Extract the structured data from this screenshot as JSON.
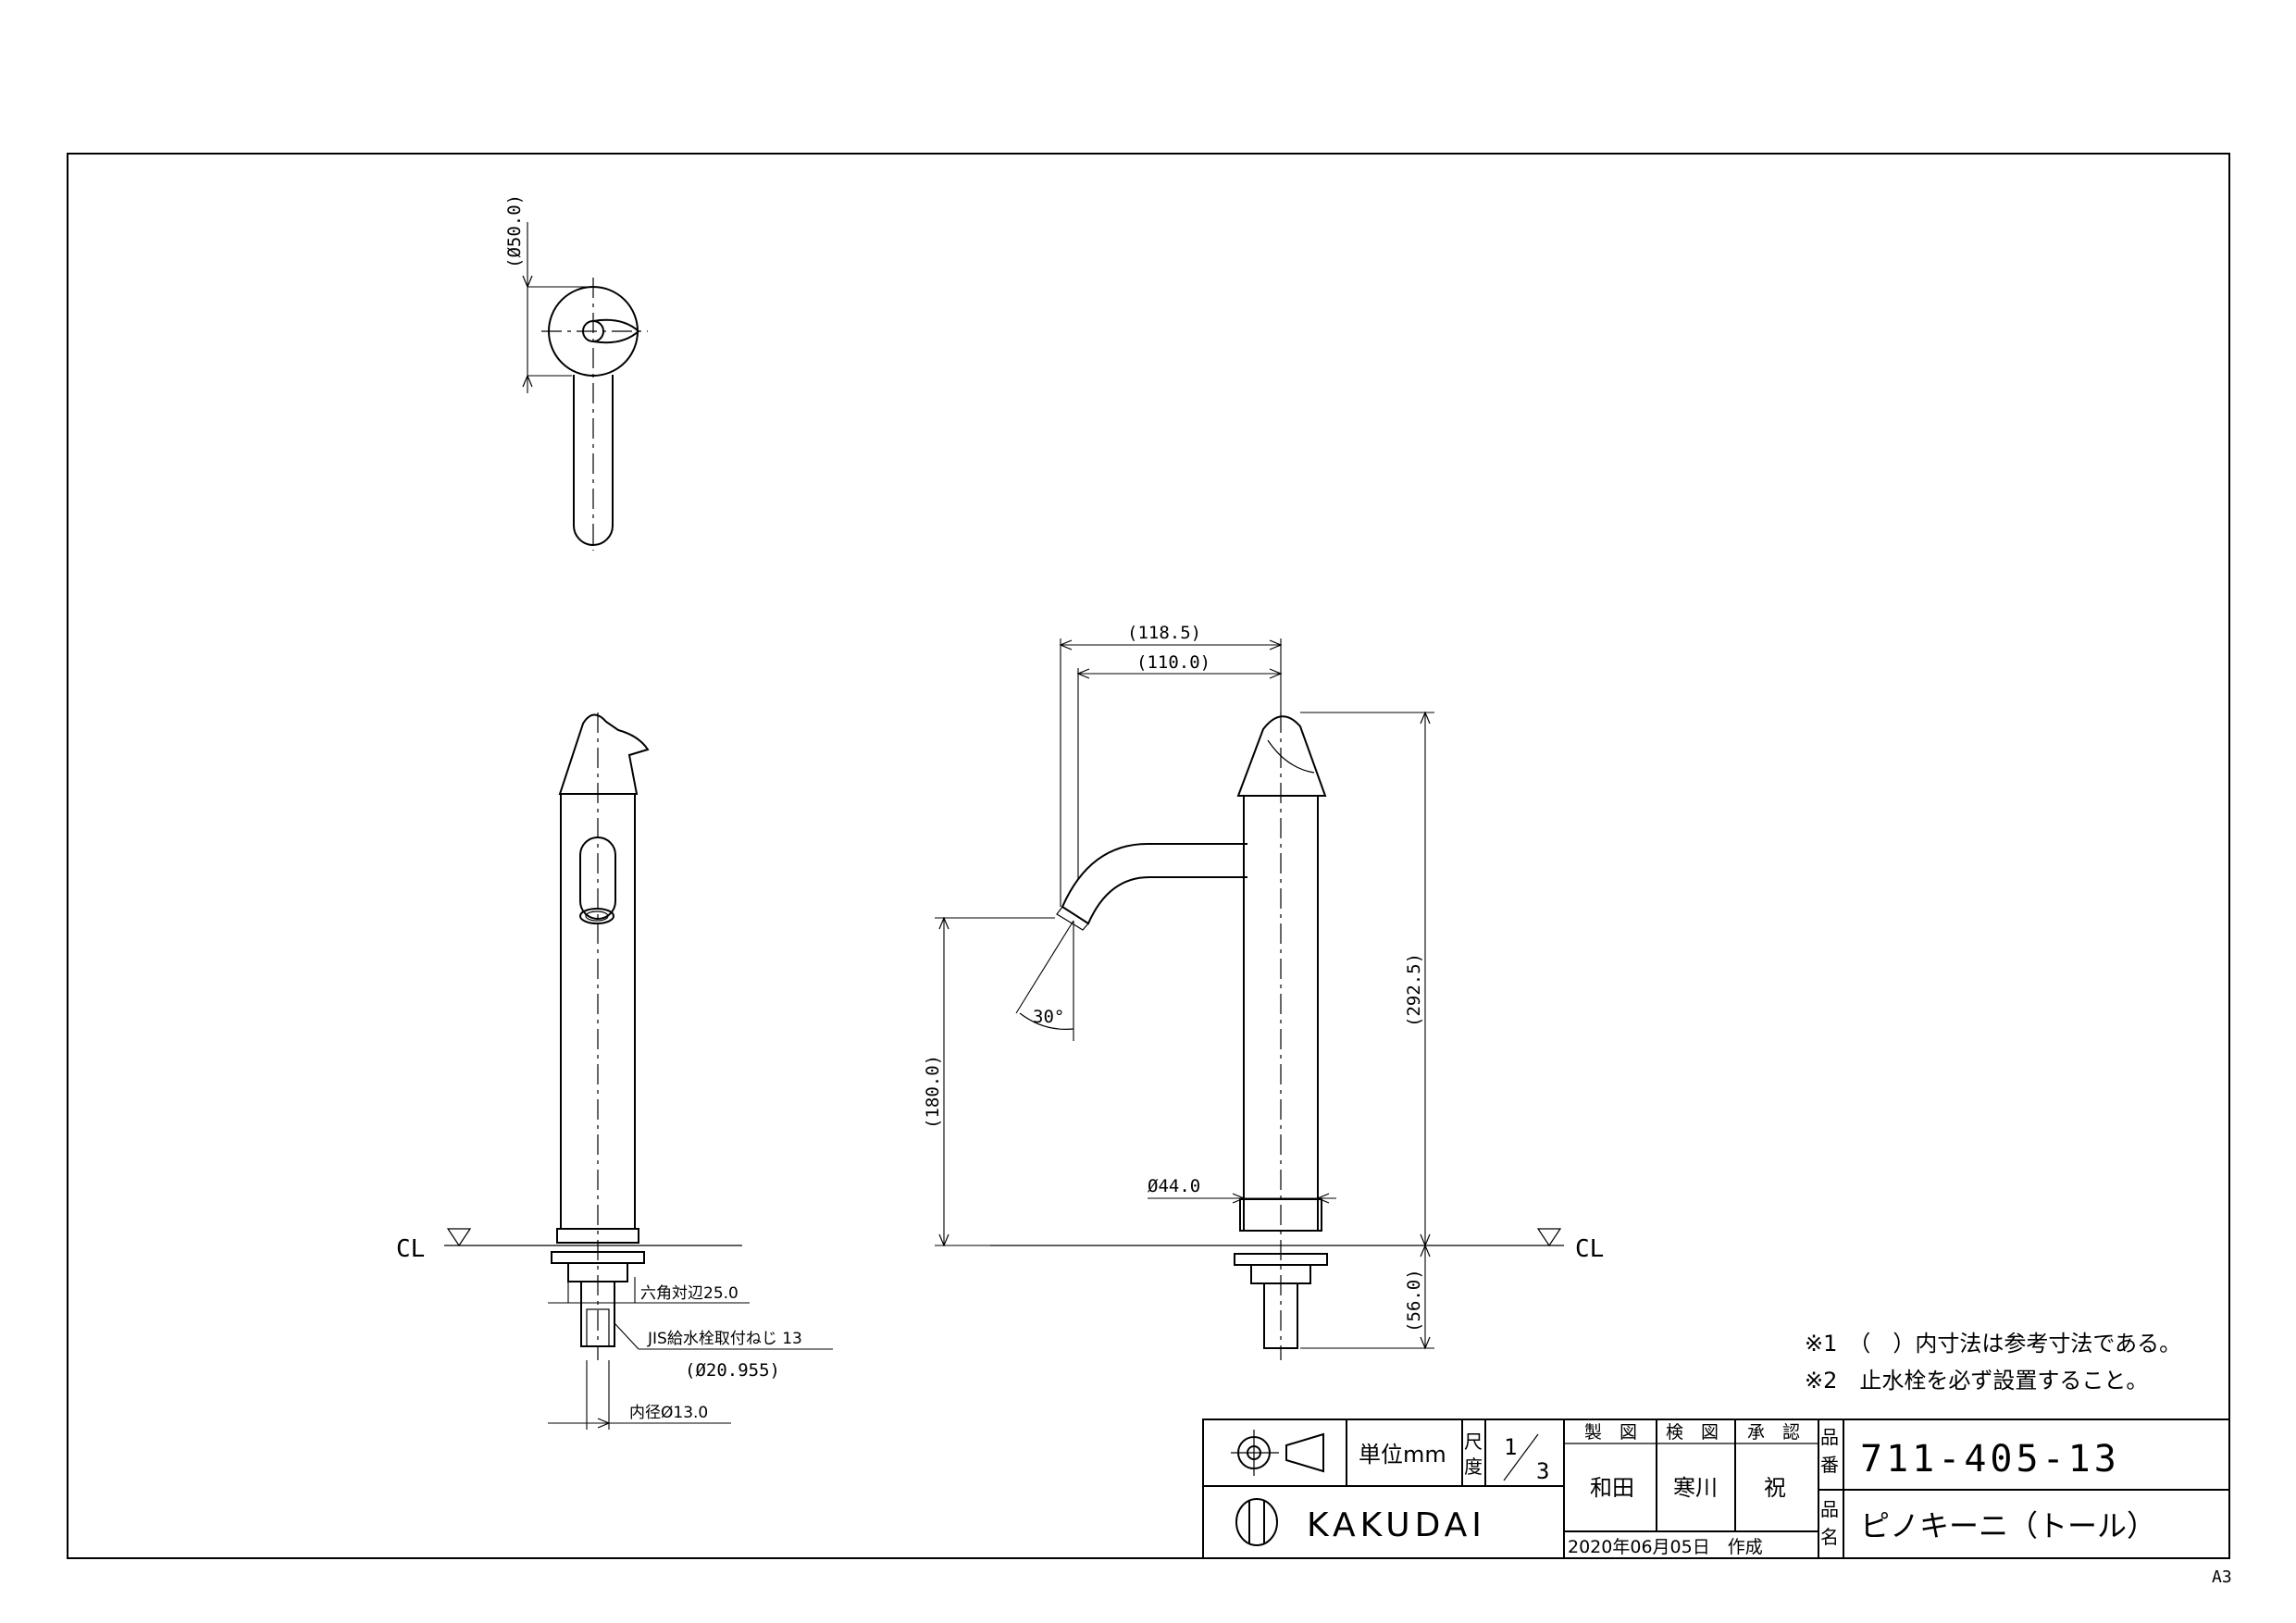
{
  "sheet_size": "A3",
  "dimensions": {
    "top_diameter": "(Ø50.0)",
    "spout_reach_outer": "(118.5)",
    "spout_reach_inner": "(110.0)",
    "total_height": "(292.5)",
    "spout_height": "(180.0)",
    "spout_angle": "30°",
    "body_diameter": "Ø44.0",
    "shank_length": "(56.0)",
    "hex_width": "六角対辺25.0",
    "thread_spec": "JIS給水栓取付ねじ 13",
    "thread_diameter": "(Ø20.955)",
    "inner_diameter": "内径Ø13.0"
  },
  "centerline": {
    "left": "CL",
    "right": "CL"
  },
  "notes": [
    "※1　（　）内寸法は参考寸法である。",
    "※2　止水栓を必ず設置すること。"
  ],
  "title_block": {
    "unit_label": "単位mm",
    "scale_label_1": "尺",
    "scale_label_2": "度",
    "scale_num": "1",
    "scale_den": "3",
    "drawn_label": "製　図",
    "checked_label": "検　図",
    "approved_label": "承　認",
    "drawn_by": "和田",
    "checked_by": "寒川",
    "approved_by": "祝",
    "part_no_label_1": "品",
    "part_no_label_2": "番",
    "part_no": "711-405-13",
    "part_name_label_1": "品",
    "part_name_label_2": "名",
    "part_name": "ピノキーニ（トール）",
    "company": "KAKUDAI",
    "date": "2020年06月05日　作成"
  }
}
